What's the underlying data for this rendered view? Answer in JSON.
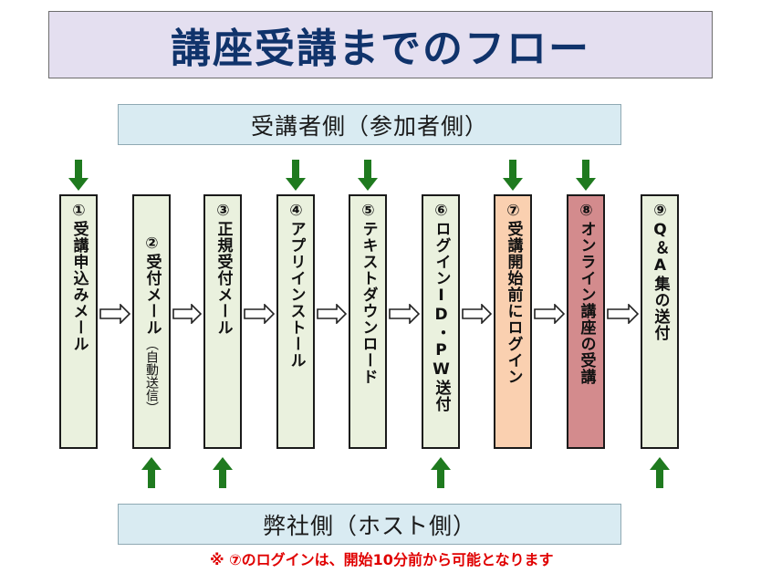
{
  "title": "講座受講までのフロー",
  "participant_label": "受講者側（参加者側）",
  "host_label": "弊社側（ホスト側）",
  "note": "※ ⑦のログインは、開始10分前から可能となります",
  "colors": {
    "step_default": "#eaf1de",
    "step_highlight_orange": "#fad0b0",
    "step_highlight_red": "#d38b8d",
    "arrow_green": "#1f7a1f",
    "title_text": "#10336b",
    "note_text": "#e00000"
  },
  "steps": [
    {
      "label": "①受講申込みメール",
      "sub": "",
      "color": "step_default",
      "side": "participant"
    },
    {
      "label": "②受付メール",
      "sub": "（自動送信）",
      "color": "step_default",
      "side": "host"
    },
    {
      "label": "③正規受付メール",
      "sub": "",
      "color": "step_default",
      "side": "host"
    },
    {
      "label": "④アプリインストール",
      "sub": "",
      "color": "step_default",
      "side": "participant"
    },
    {
      "label": "⑤テキストダウンロード",
      "sub": "",
      "color": "step_default",
      "side": "participant"
    },
    {
      "label": "⑥ログインID・PW送付",
      "sub": "",
      "color": "step_default",
      "side": "host"
    },
    {
      "label": "⑦受講開始前にログイン",
      "sub": "",
      "color": "step_highlight_orange",
      "side": "participant"
    },
    {
      "label": "⑧オンライン講座の受講",
      "sub": "",
      "color": "step_highlight_red",
      "side": "participant"
    },
    {
      "label": "⑨Q＆A集の送付",
      "sub": "",
      "color": "step_default",
      "side": "host"
    }
  ]
}
